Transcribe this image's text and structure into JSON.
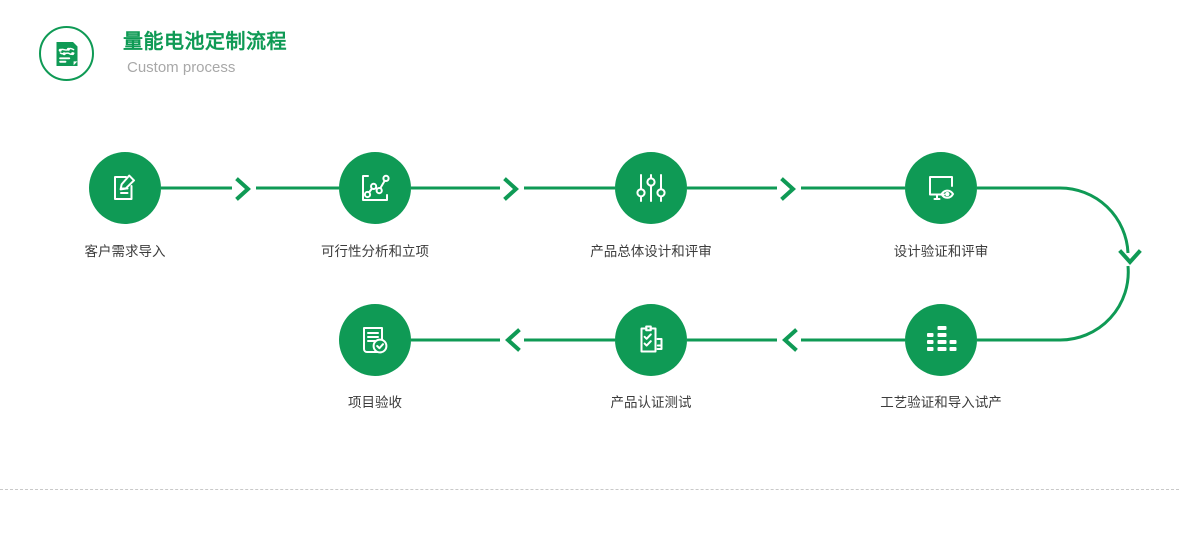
{
  "header": {
    "icon": "process-document-icon",
    "title": "量能电池定制流程",
    "subtitle": "Custom process",
    "accent_color": "#0f9a55",
    "subtitle_color": "#a8a8a8"
  },
  "flow": {
    "accent_color": "#0f9a55",
    "label_color": "#3c3c3c",
    "top_row": [
      {
        "step": 1,
        "icon": "document-edit-icon",
        "label": "客户需求导入"
      },
      {
        "step": 2,
        "icon": "line-chart-icon",
        "label": "可行性分析和立项"
      },
      {
        "step": 3,
        "icon": "sliders-icon",
        "label": "产品总体设计和评审"
      },
      {
        "step": 4,
        "icon": "monitor-eye-icon",
        "label": "设计验证和评审"
      }
    ],
    "bottom_row": [
      {
        "step": 5,
        "icon": "bar-chart-icon",
        "label": "工艺验证和导入试产"
      },
      {
        "step": 6,
        "icon": "clipboard-check-icon",
        "label": "产品认证测试"
      },
      {
        "step": 7,
        "icon": "document-approved-icon",
        "label": "项目验收"
      }
    ],
    "connectors": {
      "top_arrows": [
        "chevron-right-icon",
        "chevron-right-icon",
        "chevron-right-icon"
      ],
      "bottom_arrows": [
        "chevron-left-icon",
        "chevron-left-icon"
      ],
      "turn_arrow": "chevron-down-icon"
    }
  },
  "footer": {
    "divider": "dashed-divider"
  }
}
